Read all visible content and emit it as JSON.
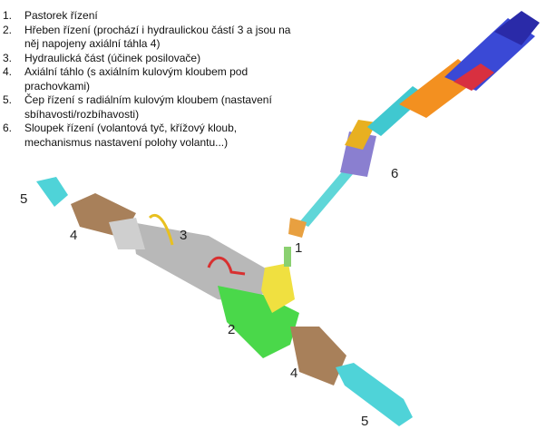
{
  "legend": [
    {
      "num": "1.",
      "text": "Pastorek řízení"
    },
    {
      "num": "2.",
      "text": "Hřeben řízení (prochází i hydraulickou částí 3 a jsou na něj napojeny axiální táhla 4)"
    },
    {
      "num": "3.",
      "text": "Hydraulická část (účinek posilovače)"
    },
    {
      "num": "4.",
      "text": "Axiální táhlo (s axiálním kulovým kloubem pod prachovkami)"
    },
    {
      "num": "5.",
      "text": "Čep řízení s radiálním kulovým kloubem (nastavení sbíhavosti/rozbíhavosti)"
    },
    {
      "num": "6.",
      "text": "Sloupek řízení (volantová tyč, křížový kloub, mechanismus nastavení polohy volantu...)"
    }
  ],
  "callouts": {
    "c1": "1",
    "c2": "2",
    "c3": "3",
    "c4a": "4",
    "c4b": "4",
    "c5a": "5",
    "c5b": "5",
    "c6": "6"
  }
}
